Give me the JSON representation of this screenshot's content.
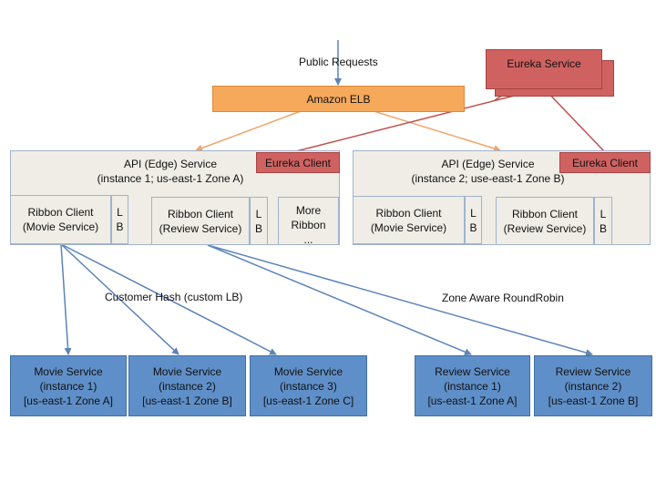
{
  "labels": {
    "public_requests": "Public Requests",
    "customer_hash": "Customer Hash (custom LB)",
    "zone_aware": "Zone Aware RoundRobin"
  },
  "eureka_service": "Eureka Service",
  "elb": "Amazon ELB",
  "api_1": {
    "title": "API (Edge) Service\n(instance 1; us-east-1 Zone A)",
    "eureka_client": "Eureka Client",
    "ribbon_movie": "Ribbon Client\n(Movie Service)",
    "ribbon_review": "Ribbon Client\n(Review Service)",
    "more_ribbon": "More\nRibbon\n...",
    "lb": "L\nB"
  },
  "api_2": {
    "title": "API (Edge) Service\n(instance 2; use-east-1 Zone B)",
    "eureka_client": "Eureka Client",
    "ribbon_movie": "Ribbon Client\n(Movie Service)",
    "ribbon_review": "Ribbon Client\n(Review Service)",
    "lb": "L\nB"
  },
  "services": {
    "movie_1": "Movie Service\n(instance 1)\n[us-east-1 Zone A]",
    "movie_2": "Movie Service\n(instance 2)\n[us-east-1 Zone B]",
    "movie_3": "Movie Service\n(instance 3)\n[us-east-1 Zone C]",
    "review_1": "Review Service\n(instance 1)\n[us-east-1 Zone A]",
    "review_2": "Review Service\n(instance 2)\n[us-east-1 Zone B]"
  },
  "colors": {
    "edge_blue": "#5b84b8",
    "edge_orange": "#f0a56a",
    "edge_red": "#c0504d"
  }
}
